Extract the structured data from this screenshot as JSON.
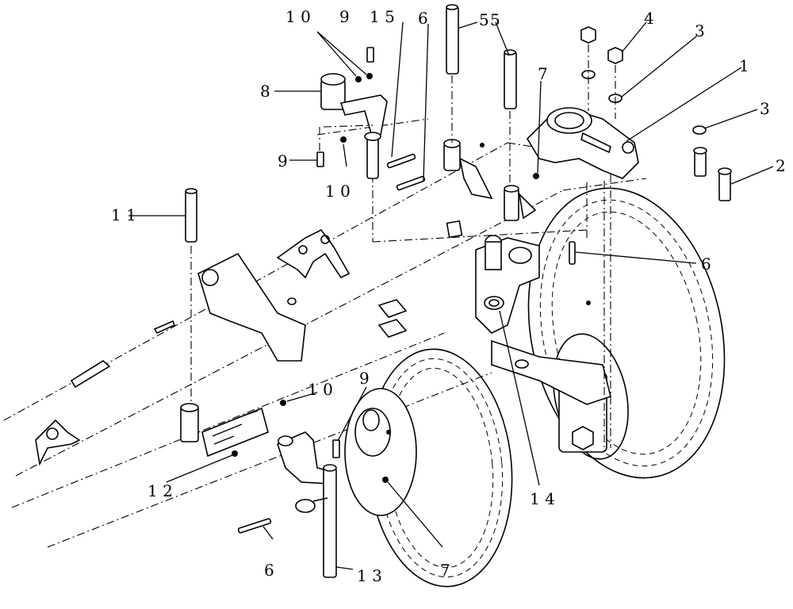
{
  "callouts": {
    "c1": "1",
    "c2": "2",
    "c3a": "3",
    "c3b": "3",
    "c4": "4",
    "c5a": "5",
    "c5b": "5",
    "c6a": "6",
    "c6b": "6",
    "c6c": "6",
    "c7a": "7",
    "c7b": "7",
    "c8": "8",
    "c9a": "9",
    "c9b": "9",
    "c9c": "9",
    "c10a": "1 0",
    "c10b": "1 0",
    "c10c": "1 0",
    "c11": "1 1",
    "c12": "1 2",
    "c13": "1 3",
    "c14": "1 4",
    "c15": "1 5"
  }
}
